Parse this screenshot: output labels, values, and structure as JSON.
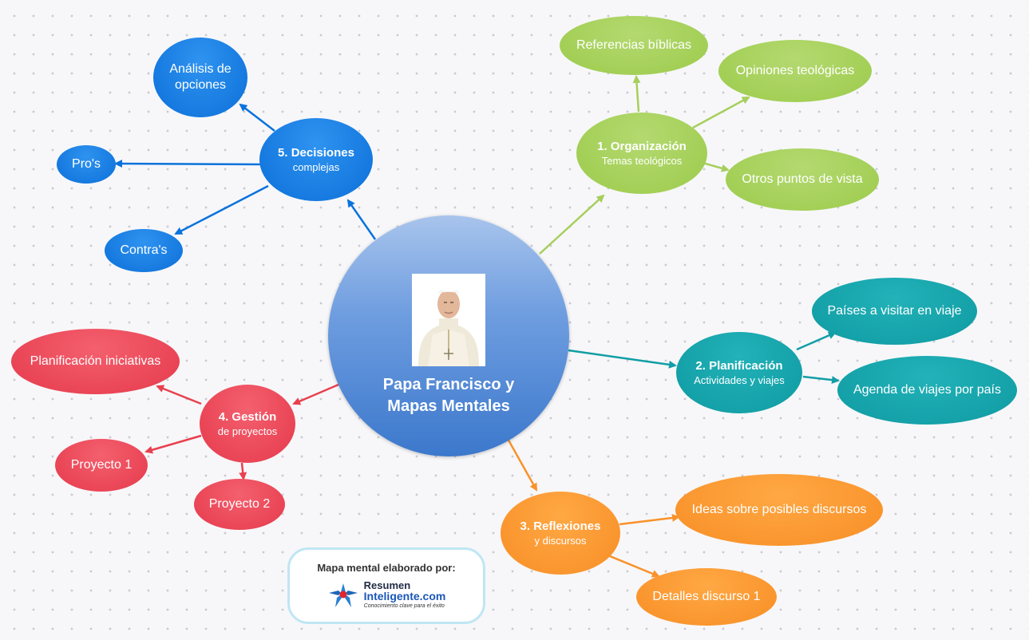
{
  "center": {
    "title_line1": "Papa Francisco y",
    "title_line2": "Mapas Mentales"
  },
  "branches": {
    "organizacion": {
      "title": "1. Organización",
      "subtitle": "Temas teológicos",
      "leaves": [
        "Referencias bíblicas",
        "Opiniones teológicas",
        "Otros puntos de vista"
      ]
    },
    "planificacion": {
      "title": "2. Planificación",
      "subtitle": "Actividades y viajes",
      "leaves": [
        "Países a visitar en viaje",
        "Agenda de viajes por país"
      ]
    },
    "reflexiones": {
      "title": "3. Reflexiones",
      "subtitle": "y discursos",
      "leaves": [
        "Ideas sobre posibles discursos",
        "Detalles discurso 1"
      ]
    },
    "gestion": {
      "title": "4. Gestión",
      "subtitle": "de proyectos",
      "leaves": [
        "Planificación iniciativas",
        "Proyecto 1",
        "Proyecto 2"
      ]
    },
    "decisiones": {
      "title": "5. Decisiones",
      "subtitle": "complejas",
      "leaves": [
        "Análisis de opciones",
        "Pro's",
        "Contra's"
      ]
    }
  },
  "credit": {
    "text": "Mapa mental elaborado por:",
    "logo_line1": "Resumen",
    "logo_line2": "Inteligente.com",
    "logo_tagline": "Conocimiento clave para el éxito"
  },
  "colors": {
    "green": "#9ccb4c",
    "blue": "#0b72dc",
    "teal": "#129ea6",
    "red": "#e9404f",
    "orange": "#f8922a",
    "center": "#3c78cc"
  }
}
